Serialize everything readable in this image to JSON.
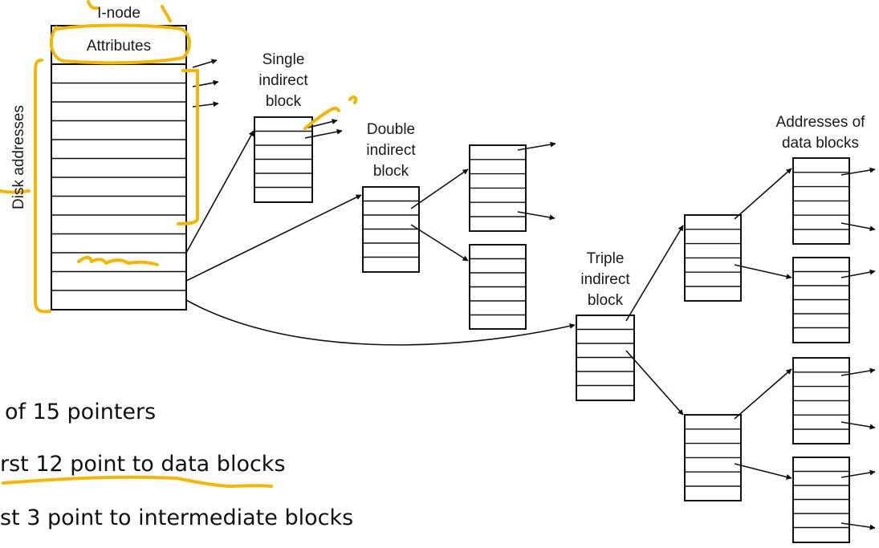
{
  "labels": {
    "inode": "I-node",
    "attributes": "Attributes",
    "disk_addresses": "Disk addresses",
    "single_l1": "Single",
    "single_l2": "indirect",
    "single_l3": "block",
    "double_l1": "Double",
    "double_l2": "indirect",
    "double_l3": "block",
    "triple_l1": "Triple",
    "triple_l2": "indirect",
    "triple_l3": "block",
    "data_l1": "Addresses of",
    "data_l2": "data blocks"
  },
  "bullets": [
    "of 15 pointers",
    "rst 12 point to data blocks",
    "st 3 point to intermediate blocks"
  ],
  "colors": {
    "ink": "#111111",
    "highlight": "#f2b705"
  }
}
